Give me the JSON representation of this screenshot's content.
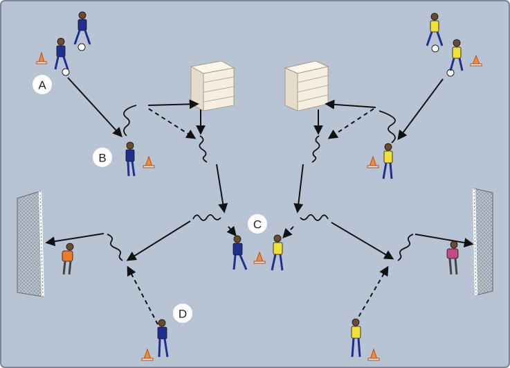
{
  "colors": {
    "pitch": "#b8c4d4",
    "border": "#7d8798",
    "team_blue": "#1f2f8f",
    "team_yellow": "#f2e03a",
    "keeper_left": "#f07a2a",
    "keeper_right": "#c24a8a",
    "cone": "#f08a3a",
    "box_face": "#f5eee2",
    "arrow": "#111111"
  },
  "labels": {
    "a": "A",
    "b": "B",
    "c": "C",
    "d": "D"
  },
  "icons": [
    "player-icon",
    "cone-icon",
    "ball-icon",
    "goal-icon",
    "mannequin-box-icon",
    "pass-arrow-icon",
    "run-arrow-icon",
    "dribble-path-icon"
  ]
}
